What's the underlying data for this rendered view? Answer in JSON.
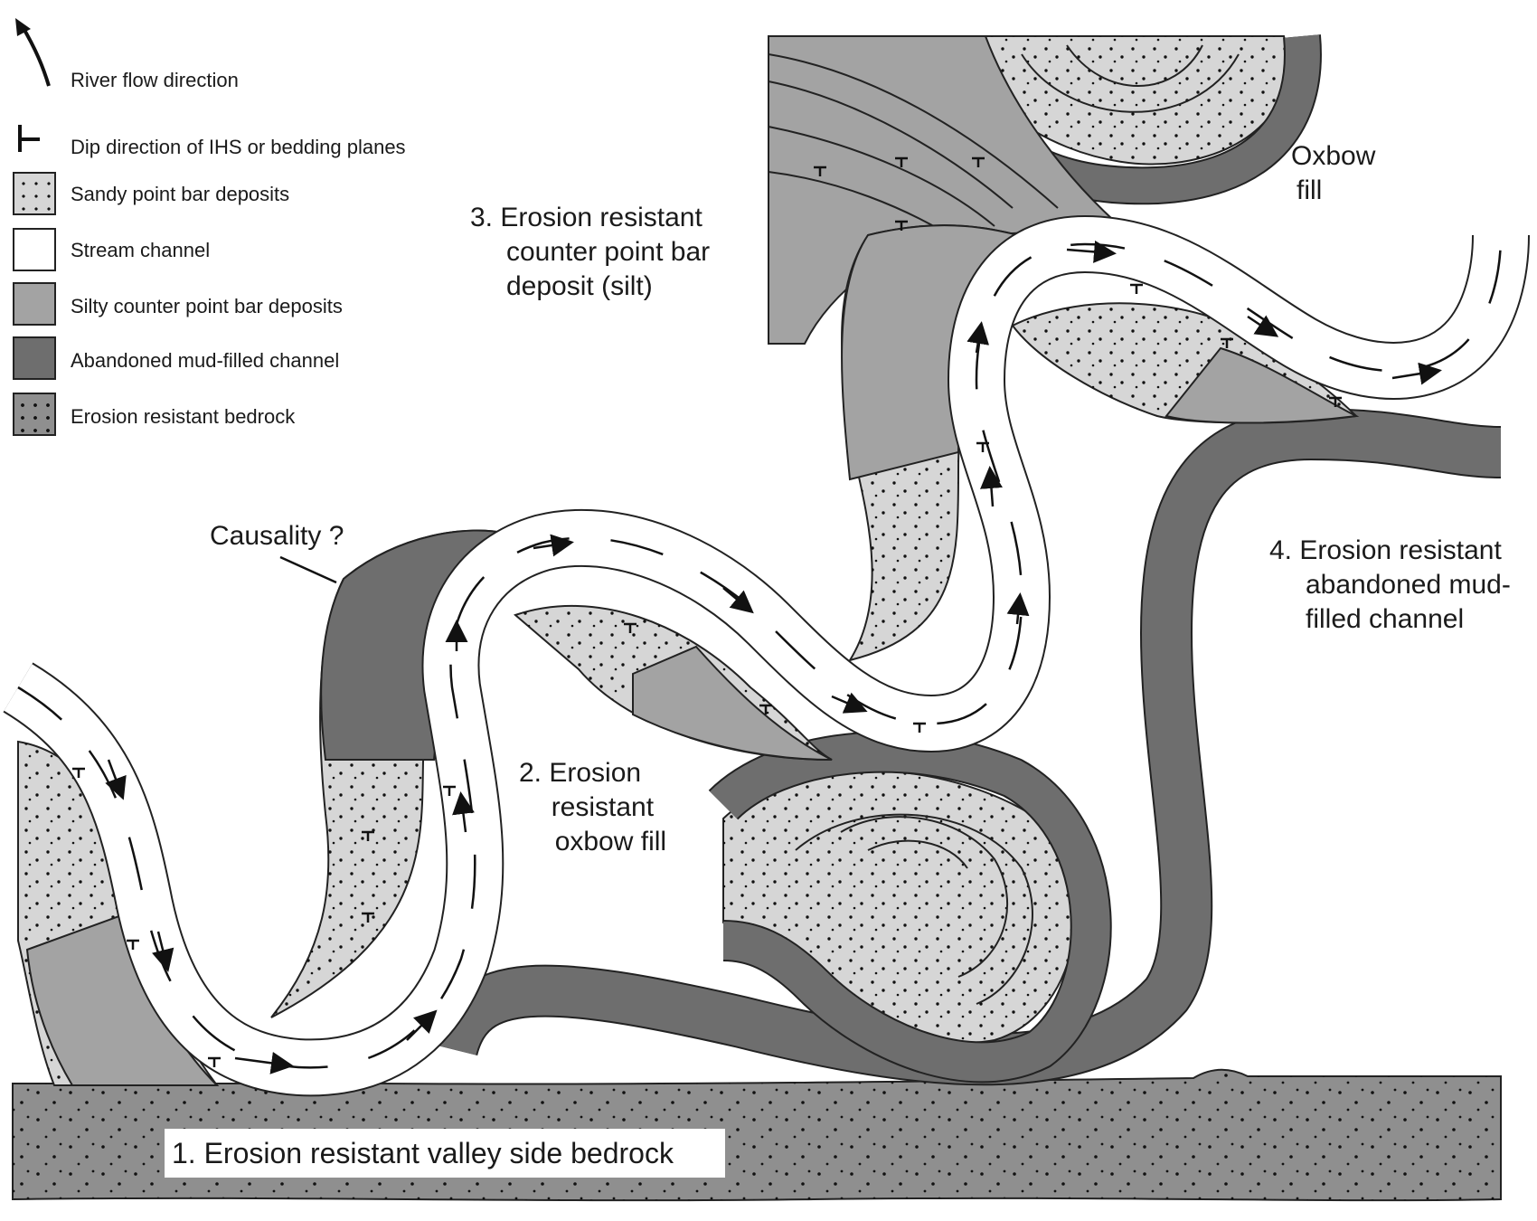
{
  "legend": {
    "items": [
      {
        "key": "flow",
        "label": "River flow direction"
      },
      {
        "key": "dip",
        "label": "Dip direction of IHS or bedding planes"
      },
      {
        "key": "sandy",
        "label": "Sandy point bar deposits"
      },
      {
        "key": "channel",
        "label": "Stream channel"
      },
      {
        "key": "silty",
        "label": "Silty counter point bar deposits"
      },
      {
        "key": "mud",
        "label": "Abandoned mud-filled channel"
      },
      {
        "key": "bedrock",
        "label": "Erosion resistant bedrock"
      }
    ]
  },
  "annotations": {
    "causality": "Causality ?",
    "oxbow_fill_top": [
      "Oxbow",
      "fill"
    ],
    "label_3": [
      "3. Erosion resistant",
      "counter point bar",
      "deposit (silt)"
    ],
    "label_2": [
      "2. Erosion",
      "resistant",
      "oxbow fill"
    ],
    "label_4": [
      "4. Erosion resistant",
      "abandoned mud-",
      "filled channel"
    ],
    "label_1": "1. Erosion resistant valley side bedrock"
  },
  "colors": {
    "sandy": "#d6d6d6",
    "silty": "#a3a3a3",
    "mud": "#6e6e6e",
    "bedrock": "#8f8f8f",
    "channel": "#ffffff",
    "outline": "#222222"
  }
}
